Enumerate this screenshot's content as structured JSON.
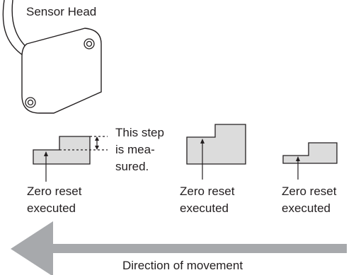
{
  "sensor": {
    "label": "Sensor Head"
  },
  "note": {
    "text": "This step is mea-sured.",
    "lines": [
      "This step",
      "is mea-",
      "sured."
    ]
  },
  "objects": [
    {
      "label_line1": "Zero reset",
      "label_line2": "executed"
    },
    {
      "label_line1": "Zero reset",
      "label_line2": "executed"
    },
    {
      "label_line1": "Zero reset",
      "label_line2": "executed"
    }
  ],
  "arrow": {
    "label": "Direction of movement"
  },
  "colors": {
    "fill": "#dcdcdc",
    "stroke": "#231f20",
    "arrow": "#a7a9ac"
  }
}
